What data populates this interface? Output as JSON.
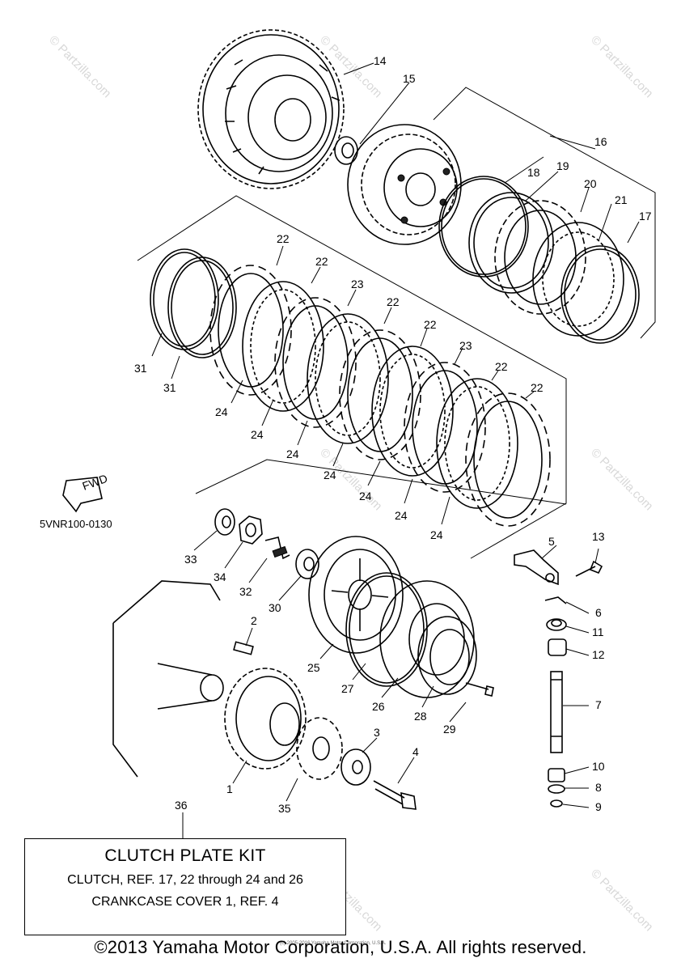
{
  "callouts": [
    {
      "id": "c1",
      "text": "1"
    },
    {
      "id": "c2",
      "text": "2"
    },
    {
      "id": "c3",
      "text": "3"
    },
    {
      "id": "c4",
      "text": "4"
    },
    {
      "id": "c5",
      "text": "5"
    },
    {
      "id": "c6",
      "text": "6"
    },
    {
      "id": "c7",
      "text": "7"
    },
    {
      "id": "c8",
      "text": "8"
    },
    {
      "id": "c9",
      "text": "9"
    },
    {
      "id": "c10",
      "text": "10"
    },
    {
      "id": "c11",
      "text": "11"
    },
    {
      "id": "c12",
      "text": "12"
    },
    {
      "id": "c13",
      "text": "13"
    },
    {
      "id": "c14",
      "text": "14"
    },
    {
      "id": "c15",
      "text": "15"
    },
    {
      "id": "c16",
      "text": "16"
    },
    {
      "id": "c17",
      "text": "17"
    },
    {
      "id": "c18",
      "text": "18"
    },
    {
      "id": "c19",
      "text": "19"
    },
    {
      "id": "c20",
      "text": "20"
    },
    {
      "id": "c21",
      "text": "21"
    },
    {
      "id": "c22a",
      "text": "22"
    },
    {
      "id": "c22b",
      "text": "22"
    },
    {
      "id": "c22c",
      "text": "22"
    },
    {
      "id": "c22d",
      "text": "22"
    },
    {
      "id": "c22e",
      "text": "22"
    },
    {
      "id": "c22f",
      "text": "22"
    },
    {
      "id": "c23a",
      "text": "23"
    },
    {
      "id": "c23b",
      "text": "23"
    },
    {
      "id": "c24a",
      "text": "24"
    },
    {
      "id": "c24b",
      "text": "24"
    },
    {
      "id": "c24c",
      "text": "24"
    },
    {
      "id": "c24d",
      "text": "24"
    },
    {
      "id": "c24e",
      "text": "24"
    },
    {
      "id": "c24f",
      "text": "24"
    },
    {
      "id": "c24g",
      "text": "24"
    },
    {
      "id": "c25",
      "text": "25"
    },
    {
      "id": "c26",
      "text": "26"
    },
    {
      "id": "c27",
      "text": "27"
    },
    {
      "id": "c28",
      "text": "28"
    },
    {
      "id": "c29",
      "text": "29"
    },
    {
      "id": "c30",
      "text": "30"
    },
    {
      "id": "c31a",
      "text": "31"
    },
    {
      "id": "c31b",
      "text": "31"
    },
    {
      "id": "c32",
      "text": "32"
    },
    {
      "id": "c33",
      "text": "33"
    },
    {
      "id": "c34",
      "text": "34"
    },
    {
      "id": "c35",
      "text": "35"
    },
    {
      "id": "c36",
      "text": "36"
    }
  ],
  "fwd_label": "FWD",
  "diagram_code": "5VNR100-0130",
  "kit": {
    "title": "CLUTCH PLATE KIT",
    "line1": "CLUTCH, REF. 17, 22 through 24 and 26",
    "line2": "CRANKCASE COVER 1, REF. 4"
  },
  "watermark": "© Partzilla.com",
  "copyright": "©2013 Yamaha Motor Corporation, U.S.A. All rights reserved.",
  "small_note": "(c) 2005-2016 Yamaha Motor Corporation, U.S.A."
}
